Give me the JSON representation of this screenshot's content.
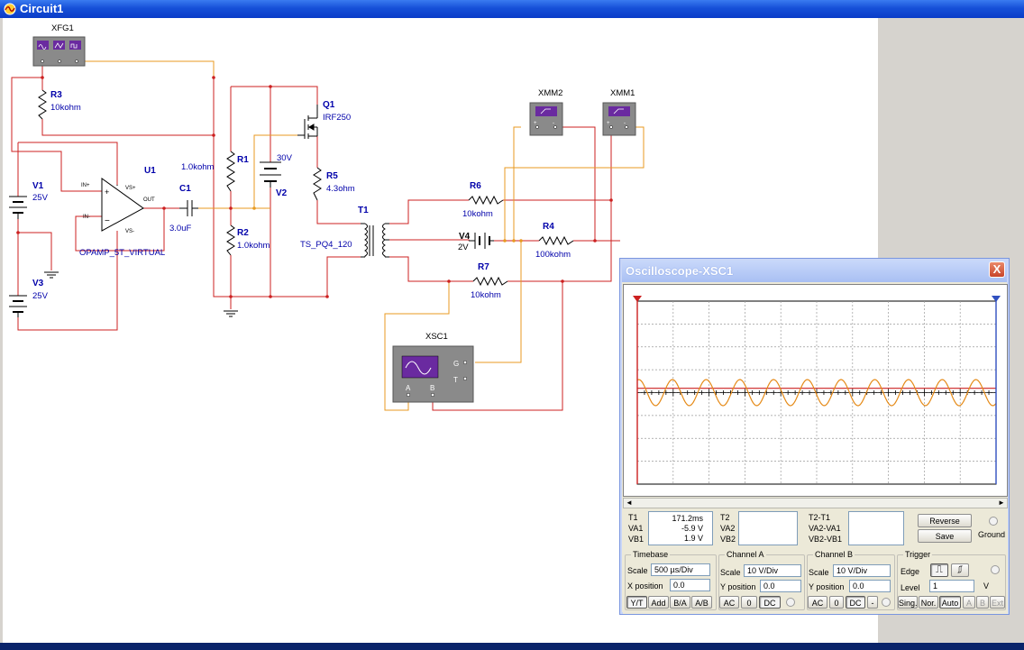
{
  "window": {
    "title": "Circuit1"
  },
  "colors": {
    "wire_red": "#cc2020",
    "wire_orange": "#e89a20",
    "trace_orange": "#e58a17",
    "trace_red": "#cc2020",
    "label_blue": "#0000aa"
  },
  "components": {
    "xfg1": {
      "ref": "XFG1"
    },
    "r3": {
      "ref": "R3",
      "value": "10kohm"
    },
    "v1": {
      "ref": "V1",
      "value": "25V"
    },
    "v3": {
      "ref": "V3",
      "value": "25V"
    },
    "u1": {
      "ref": "U1",
      "model": "OPAMP_5T_VIRTUAL",
      "pins": [
        "IN+",
        "IN-",
        "VS+",
        "VS-",
        "OUT"
      ]
    },
    "c1": {
      "ref": "C1",
      "value": "3.0uF"
    },
    "r1": {
      "ref": "R1",
      "value": "1.0kohm"
    },
    "r2": {
      "ref": "R2",
      "value": "1.0kohm"
    },
    "v2": {
      "ref": "V2",
      "value": "30V"
    },
    "q1": {
      "ref": "Q1",
      "model": "IRF250"
    },
    "r5": {
      "ref": "R5",
      "value": "4.3ohm"
    },
    "t1": {
      "ref": "T1",
      "model": "TS_PQ4_120"
    },
    "r6": {
      "ref": "R6",
      "value": "10kohm"
    },
    "r7": {
      "ref": "R7",
      "value": "10kohm"
    },
    "v4": {
      "ref": "V4",
      "value": "2V"
    },
    "r4": {
      "ref": "R4",
      "value": "100kohm"
    },
    "xmm2": {
      "ref": "XMM2"
    },
    "xmm1": {
      "ref": "XMM1"
    },
    "xsc1": {
      "ref": "XSC1",
      "pin_a": "A",
      "pin_b": "B",
      "pin_g": "G",
      "pin_t": "T"
    }
  },
  "scope": {
    "title": "Oscilloscope-XSC1",
    "close_label": "X",
    "readout": {
      "t1_label": "T1",
      "va1_label": "VA1",
      "vb1_label": "VB1",
      "t1_value": "171.2ms",
      "va1_value": "-5.9 V",
      "vb1_value": "1.9 V",
      "t2_label": "T2",
      "va2_label": "VA2",
      "vb2_label": "VB2",
      "t2t1_label": "T2-T1",
      "va2va1_label": "VA2-VA1",
      "vb2vb1_label": "VB2-VB1"
    },
    "reverse_label": "Reverse",
    "save_label": "Save",
    "ground_label": "Ground",
    "timebase": {
      "title": "Timebase",
      "scale_label": "Scale",
      "scale_value": "500 µs/Div",
      "xpos_label": "X position",
      "xpos_value": "0.0",
      "buttons": [
        "Y/T",
        "Add",
        "B/A",
        "A/B"
      ]
    },
    "channel_a": {
      "title": "Channel A",
      "scale_label": "Scale",
      "scale_value": "10 V/Div",
      "ypos_label": "Y position",
      "ypos_value": "0.0",
      "buttons": [
        "AC",
        "0",
        "DC"
      ]
    },
    "channel_b": {
      "title": "Channel B",
      "scale_label": "Scale",
      "scale_value": "10 V/Div",
      "ypos_label": "Y position",
      "ypos_value": "0.0",
      "buttons": [
        "AC",
        "0",
        "DC",
        "-"
      ]
    },
    "trigger": {
      "title": "Trigger",
      "edge_label": "Edge",
      "level_label": "Level",
      "level_value": "1",
      "level_unit": "V",
      "buttons": [
        "Sing.",
        "Nor.",
        "Auto",
        "A",
        "B",
        "Ext"
      ]
    }
  },
  "waveform": {
    "channel_a": {
      "color": "#e58a17",
      "period_div": 0.94,
      "amplitude_div": 0.57,
      "offset_div": 0.0,
      "phase_div": 0.43
    },
    "channel_b": {
      "color": "#cc2020",
      "level_div": 0.19
    }
  }
}
